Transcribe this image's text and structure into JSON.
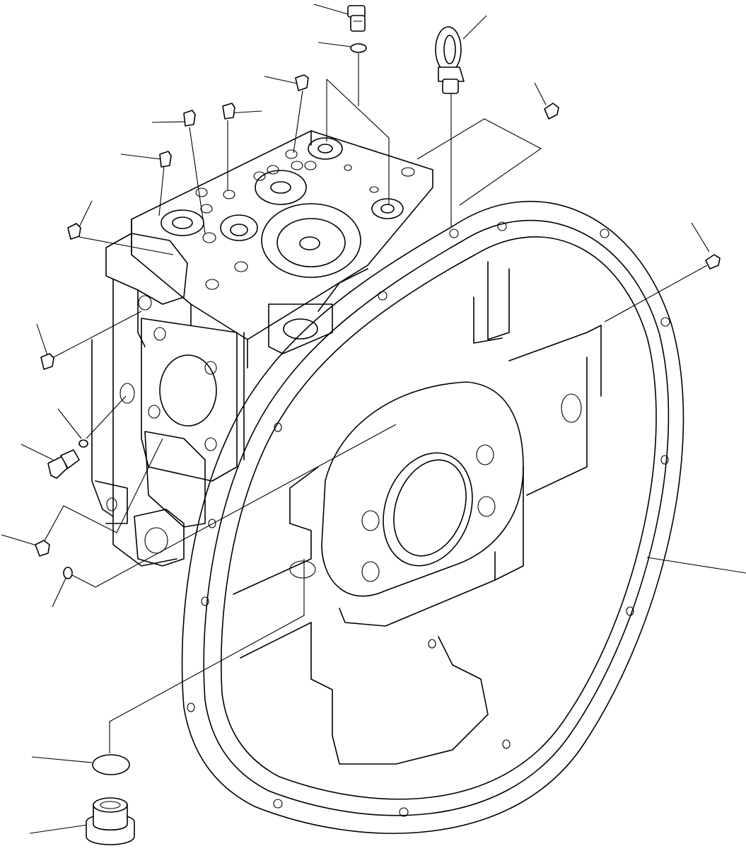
{
  "diagram": {
    "type": "exploded-parts-illustration",
    "subject": "pump-case-and-flywheel-housing",
    "colors": {
      "line": "#000000",
      "background": "#ffffff"
    },
    "callouts": [
      {
        "id": "plug-top"
      },
      {
        "id": "o-ring-top"
      },
      {
        "id": "eye-bolt"
      },
      {
        "id": "plug-upper-right"
      },
      {
        "id": "plug-right"
      },
      {
        "id": "plug-a"
      },
      {
        "id": "plug-b"
      },
      {
        "id": "plug-c"
      },
      {
        "id": "plug-d"
      },
      {
        "id": "plug-left-upper"
      },
      {
        "id": "plug-left-middle"
      },
      {
        "id": "o-ring-left"
      },
      {
        "id": "fitting-left"
      },
      {
        "id": "plug-left-lower"
      },
      {
        "id": "o-ring-left-lower"
      },
      {
        "id": "housing-main"
      },
      {
        "id": "o-ring-bottom"
      },
      {
        "id": "plug-bottom"
      }
    ]
  }
}
